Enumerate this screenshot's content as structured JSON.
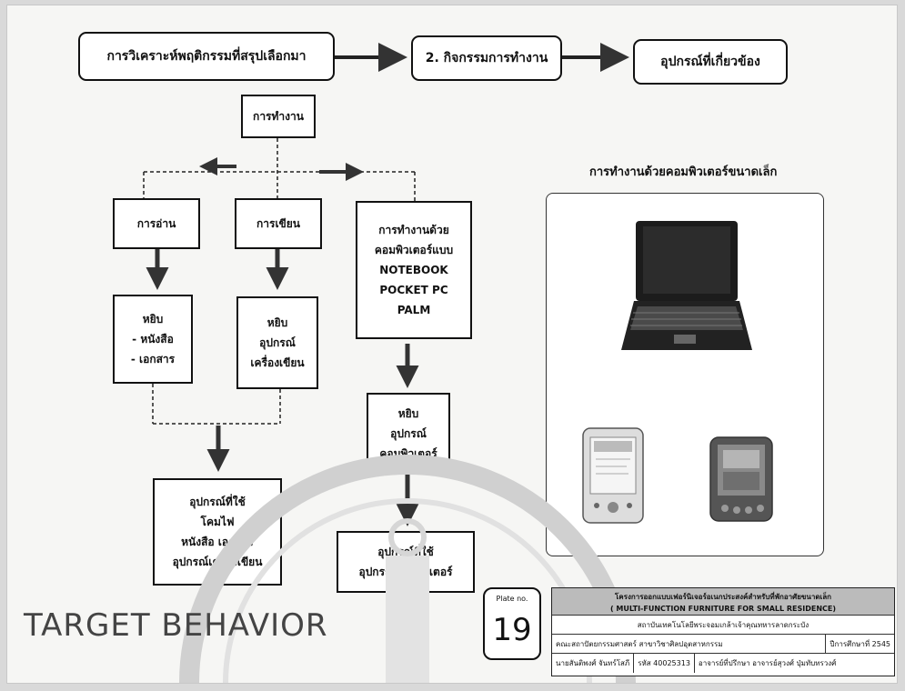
{
  "top_flow": {
    "step1": "การวิเคราะห์พฤติกรรมที่สรุปเลือกมา",
    "step2": "2. กิจกรรมการทำงาน",
    "step3": "อุปกรณ์ที่เกี่ยวข้อง"
  },
  "nodes": {
    "work": "การทำงาน",
    "reading": "การอ่าน",
    "writing": "การเขียน",
    "computer_work": [
      "การทำงานด้วย",
      "คอมพิวเตอร์แบบ",
      "NOTEBOOK",
      "POCKET PC",
      "PALM"
    ],
    "pick_books": [
      "หยิบ",
      "- หนังสือ",
      "- เอกสาร"
    ],
    "pick_stationery": [
      "หยิบ",
      "อุปกรณ์",
      "เครื่องเขียน"
    ],
    "pick_computer": [
      "หยิบ",
      "อุปกรณ์",
      "คอมพิวเตอร์"
    ],
    "equipment_used": [
      "อุปกรณ์ที่ใช้",
      "โคมไฟ",
      "หนังสือ  เอกสาร",
      "อุปกรณ์เครื่องเขียน"
    ],
    "computer_equipment_used": [
      "อุปกรณ์ที่ใช้",
      "อุปกรณ์คอมพิวเตอร์"
    ]
  },
  "photo_caption": "การทำงานด้วยคอมพิวเตอร์ขนาดเล็ก",
  "section_title": "TARGET BEHAVIOR",
  "plate": {
    "label": "Plate no.",
    "number": "19"
  },
  "title_block": {
    "project_th": "โครงการออกแบบเฟอร์นิเจอร์อเนกประสงค์สำหรับที่พักอาศัยขนาดเล็ก",
    "project_en": "( MULTI-FUNCTION FURNITURE FOR SMALL RESIDENCE)",
    "institute": "สถาบันเทคโนโลยีพระจอมเกล้าเจ้าคุณทหารลาดกระบัง",
    "faculty": "คณะสถาปัตยกรรมศาสตร์  สาขาวิชาศิลปอุตสาหกรรม",
    "year": "ปีการศึกษาที่ 2545",
    "student": "นายสันติพงศ์  จันทร์โสภี",
    "student_id": "รหัส 40025313",
    "advisor": "อาจารย์ที่ปรึกษา อาจารย์สุวงศ์  ปุ่มทับทรวงศ์"
  },
  "colors": {
    "line": "#111111",
    "arrow": "#333333",
    "panel_fill": "#ffffff",
    "title_band": "#bbbbbb"
  }
}
